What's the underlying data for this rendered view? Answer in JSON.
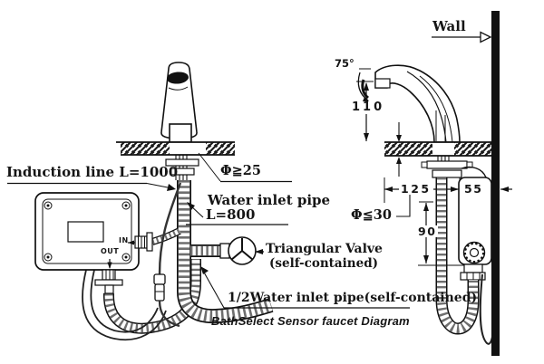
{
  "diagram": {
    "caption": "BathSelect Sensor faucet Diagram",
    "colors": {
      "ink": "#1a1a1a",
      "background": "#ffffff"
    }
  },
  "labels": {
    "induction_line": "Induction line L=1000",
    "water_inlet_pipe": "Water inlet pipe",
    "water_inlet_pipe_length": "L=800",
    "triangular_valve": "Triangular Valve",
    "triangular_valve_note": "(self-contained)",
    "half_inch_inlet_pipe": "1/2Water inlet pipe(self-contained)",
    "wall": "Wall",
    "in_port": "IN",
    "out_port": "OUT",
    "hole_diameter_min": "Φ≧25",
    "hole_diameter_max": "Φ≦30"
  },
  "dimensions": {
    "spout_angle": "75°",
    "spout_height": "110",
    "offset_from_unit": "125",
    "unit_depth": "55",
    "unit_height": "90"
  }
}
